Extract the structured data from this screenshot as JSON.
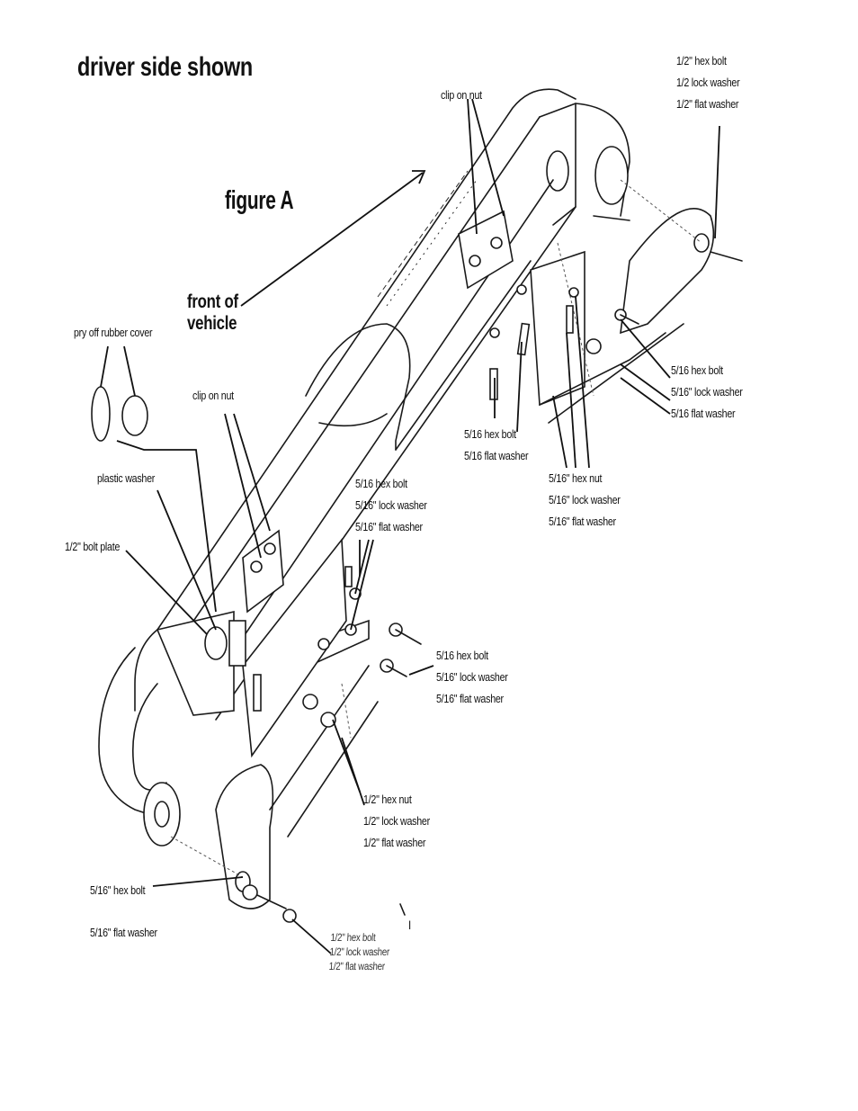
{
  "title": "driver side shown",
  "figure_label": "figure A",
  "direction_label": [
    "front of",
    "vehicle"
  ],
  "labels": {
    "top_right_bolt": [
      "1/2\" hex bolt",
      "1/2 lock washer",
      "1/2\" flat washer"
    ],
    "clip_on_nut_top": "clip on nut",
    "pry_off_rubber_cover": "pry off rubber cover",
    "clip_on_nut_left": "clip on nut",
    "plastic_washer": "plastic washer",
    "bolt_plate": "1/2\" bolt plate",
    "right_bolt_group": [
      "5/16 hex bolt",
      "5/16\" lock washer",
      "5/16 flat washer"
    ],
    "upper_bolt_flat": [
      "5/16 hex bolt",
      "5/16 flat washer"
    ],
    "upper_nut_group": [
      "5/16\" hex nut",
      "5/16\" lock washer",
      "5/16\" flat washer"
    ],
    "center_bolt_group": [
      "5/16 hex bolt",
      "5/16\" lock washer",
      "5/16\" flat washer"
    ],
    "lower_bolt_group": [
      "5/16 hex bolt",
      "5/16\" lock washer",
      "5/16\" flat washer"
    ],
    "half_nut_group": [
      "1/2\" hex nut",
      "1/2\" lock washer",
      "1/2\" flat washer"
    ],
    "hex_bolt_5_16": "5/16\" hex bolt",
    "flat_washer_5_16": "5/16\" flat washer",
    "bottom_bolt_group": [
      "1/2\" hex bolt",
      "1/2\" lock washer",
      "1/2\" flat washer"
    ],
    "stray_mark": "I"
  }
}
